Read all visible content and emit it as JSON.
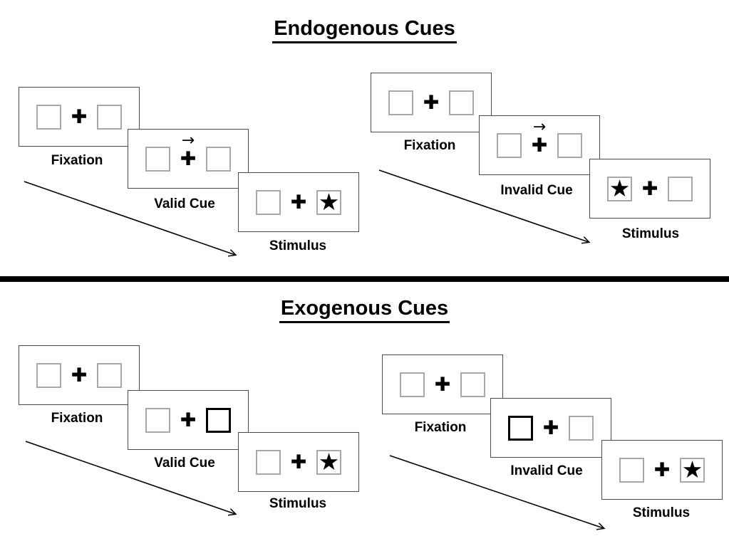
{
  "figure": {
    "colors": {
      "panel_border": "#4a4a4a",
      "square_border": "#a8a8a8",
      "cue_highlight_border": "#000000",
      "separator": "#000000",
      "ink": "#000000"
    }
  },
  "glyphs": {
    "plus": "✚",
    "star": "★",
    "cue_arrow": "→"
  },
  "sections": [
    {
      "title": "Endogenous Cues",
      "trials": [
        {
          "name": "valid-trial",
          "panels": [
            {
              "label": "Fixation"
            },
            {
              "label": "Valid Cue",
              "cue": "arrow-right-above-fixation"
            },
            {
              "label": "Stimulus",
              "star_in": "right-box"
            }
          ]
        },
        {
          "name": "invalid-trial",
          "panels": [
            {
              "label": "Fixation"
            },
            {
              "label": "Invalid Cue",
              "cue": "arrow-right-above-fixation"
            },
            {
              "label": "Stimulus",
              "star_in": "left-box"
            }
          ]
        }
      ]
    },
    {
      "title": "Exogenous Cues",
      "trials": [
        {
          "name": "valid-trial",
          "panels": [
            {
              "label": "Fixation"
            },
            {
              "label": "Valid Cue",
              "cue": "thick-border-right-box"
            },
            {
              "label": "Stimulus",
              "star_in": "right-box"
            }
          ]
        },
        {
          "name": "invalid-trial",
          "panels": [
            {
              "label": "Fixation"
            },
            {
              "label": "Invalid Cue",
              "cue": "thick-border-left-box"
            },
            {
              "label": "Stimulus",
              "star_in": "right-box"
            }
          ]
        }
      ]
    }
  ]
}
